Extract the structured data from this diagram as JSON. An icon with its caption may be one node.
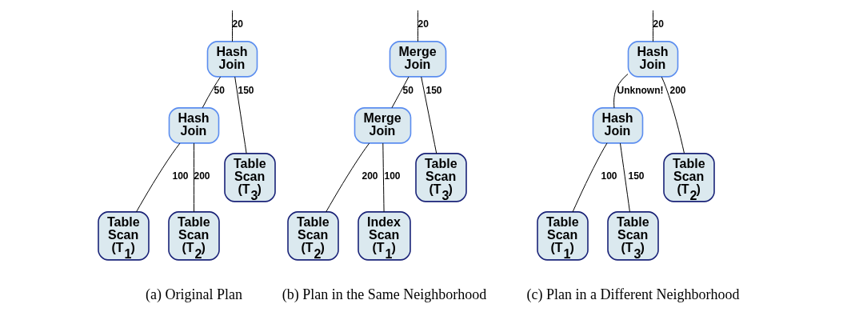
{
  "diagram": {
    "nodes": [
      {
        "text": [
          "Hash Join"
        ]
      },
      {
        "text": [
          "Hash Join"
        ]
      },
      {
        "text": [
          "Table Scan (T$_{3}$)"
        ]
      },
      {
        "text": [
          "Table Scan (T$_{1}$)"
        ]
      },
      {
        "text": [
          "Table Scan (T$_{2}$)"
        ]
      },
      {
        "text": [
          "Merge Join"
        ]
      },
      {
        "text": [
          "Merge Join"
        ]
      },
      {
        "text": [
          "Table Scan (T$_{3}$)"
        ]
      },
      {
        "text": [
          "Table Scan (T$_{2}$)"
        ]
      },
      {
        "text": [
          "Index Scan (T$_{1}$)"
        ]
      },
      {
        "text": [
          "Hash Join"
        ]
      },
      {
        "text": [
          "Hash Join"
        ]
      },
      {
        "text": [
          "Table Scan (T$_{2}$)"
        ]
      },
      {
        "text": [
          "Table Scan (T$_{1}$)"
        ]
      },
      {
        "text": [
          "Table Scan (T$_{3}$)"
        ]
      }
    ],
    "edges": [
      {
        "from": null,
        "to": 0,
        "arrow": "none",
        "label": "20"
      },
      {
        "from": 0,
        "to": 1,
        "arrow": "none",
        "label": "50"
      },
      {
        "from": 0,
        "to": 2,
        "arrow": "none",
        "label": "150"
      },
      {
        "from": 1,
        "to": 3,
        "arrow": "none",
        "label": "100"
      },
      {
        "from": 1,
        "to": 4,
        "arrow": "none",
        "label": "200"
      },
      {
        "from": null,
        "to": 5,
        "arrow": "none",
        "label": "20"
      },
      {
        "from": 5,
        "to": 6,
        "arrow": "none",
        "label": "50"
      },
      {
        "from": 5,
        "to": 7,
        "arrow": "none",
        "label": "150"
      },
      {
        "from": 6,
        "to": 8,
        "arrow": "none",
        "label": "200"
      },
      {
        "from": 6,
        "to": 9,
        "arrow": "none",
        "label": "100"
      },
      {
        "from": null,
        "to": 10,
        "arrow": "none",
        "label": "20"
      },
      {
        "from": 10,
        "to": 11,
        "arrow": "none",
        "label": "Unknown!"
      },
      {
        "from": 10,
        "to": 12,
        "arrow": "none",
        "label": "200"
      },
      {
        "from": 11,
        "to": 13,
        "arrow": "none",
        "label": "100"
      },
      {
        "from": 11,
        "to": 14,
        "arrow": "none",
        "label": "150"
      }
    ],
    "labels": [
      "(a) Original Plan",
      "(b) Plan in the Same Neighborhood",
      "(c) Plan in a Different Neighborhood"
    ]
  }
}
